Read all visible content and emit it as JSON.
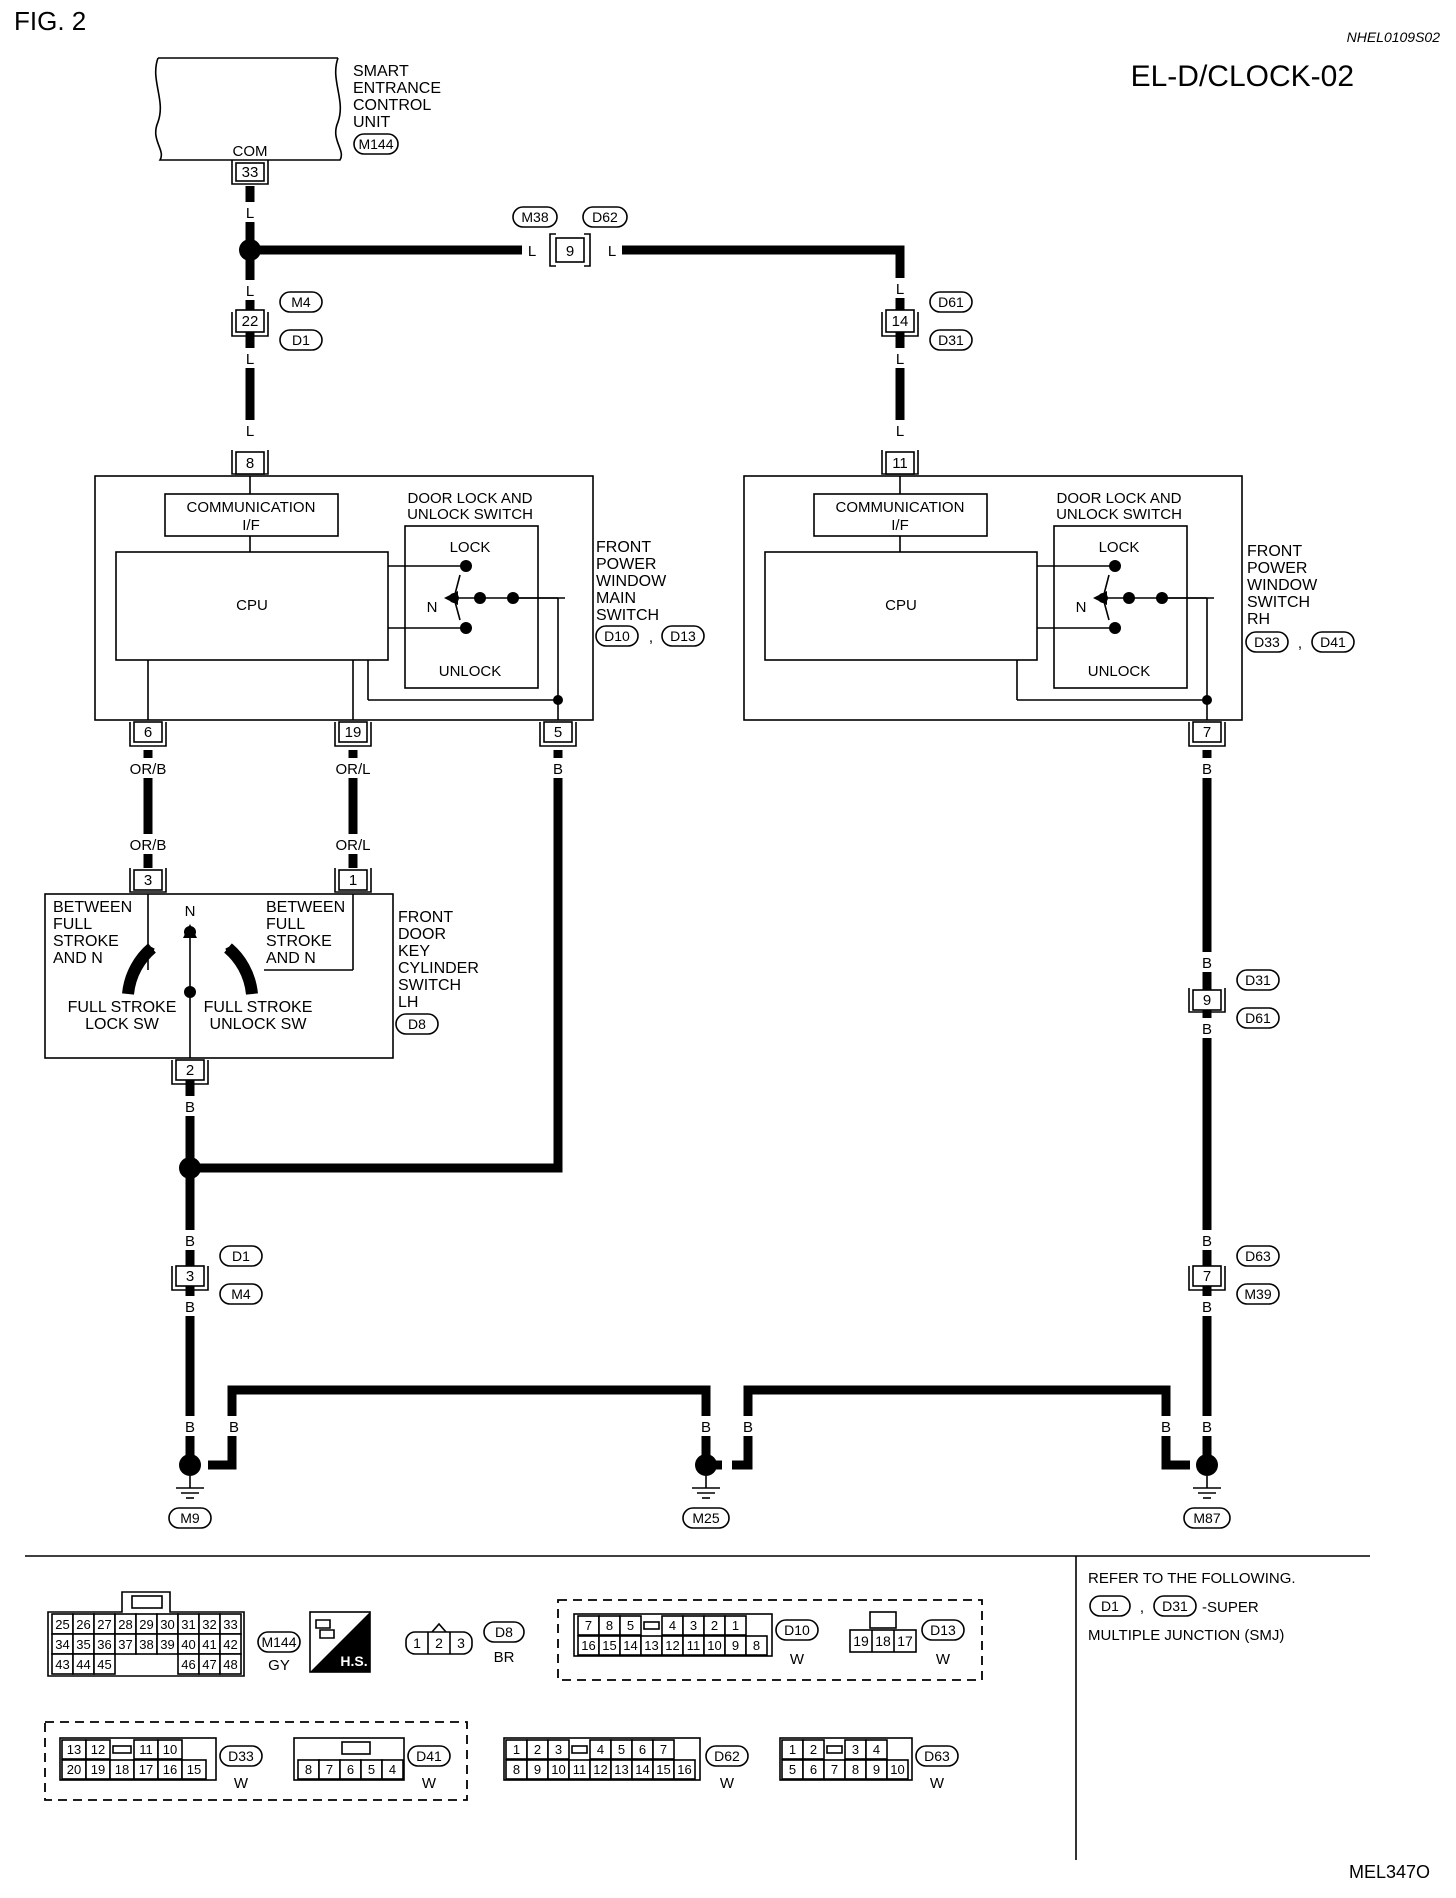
{
  "header": {
    "fig": "FIG. 2",
    "code": "NHEL0109S02",
    "title": "EL-D/CLOCK-02",
    "footer": "MEL347O"
  },
  "units": {
    "secu": {
      "name": [
        "SMART",
        "ENTRANCE",
        "CONTROL",
        "UNIT"
      ],
      "connector": "M144",
      "terminal": "COM",
      "pin": "33"
    },
    "main_sw": {
      "name": [
        "FRONT",
        "POWER",
        "WINDOW",
        "MAIN",
        "SWITCH"
      ],
      "connectors": [
        "D10",
        "D13"
      ],
      "comm": [
        "COMMUNICATION",
        "I/F"
      ],
      "cpu": "CPU",
      "lock_sw": [
        "DOOR LOCK AND",
        "UNLOCK SWITCH"
      ],
      "lock": "LOCK",
      "n": "N",
      "unlock": "UNLOCK",
      "pins": {
        "top": "8",
        "a": "6",
        "b": "19",
        "c": "5"
      }
    },
    "rh_sw": {
      "name": [
        "FRONT",
        "POWER",
        "WINDOW",
        "SWITCH",
        "RH"
      ],
      "connectors": [
        "D33",
        "D41"
      ],
      "comm": [
        "COMMUNICATION",
        "I/F"
      ],
      "cpu": "CPU",
      "lock_sw": [
        "DOOR LOCK AND",
        "UNLOCK SWITCH"
      ],
      "lock": "LOCK",
      "n": "N",
      "unlock": "UNLOCK",
      "pins": {
        "top": "11",
        "c": "7"
      }
    },
    "key_sw": {
      "name": [
        "FRONT",
        "DOOR",
        "KEY",
        "CYLINDER",
        "SWITCH",
        "LH"
      ],
      "connector": "D8",
      "left_top": [
        "BETWEEN",
        "FULL",
        "STROKE",
        "AND N"
      ],
      "right_top": [
        "BETWEEN",
        "FULL",
        "STROKE",
        "AND N"
      ],
      "n": "N",
      "lock_sw": [
        "FULL STROKE",
        "LOCK SW"
      ],
      "unlock_sw": [
        "FULL STROKE",
        "UNLOCK SW"
      ],
      "pins": {
        "a": "3",
        "b": "1",
        "c": "2"
      }
    }
  },
  "joints": {
    "m38_d62": {
      "connectors": [
        "M38",
        "D62"
      ],
      "pin": "9"
    },
    "m4_d1_top": {
      "connectors": [
        "M4",
        "D1"
      ],
      "pin": "22"
    },
    "d61_d31_top": {
      "connectors": [
        "D61",
        "D31"
      ],
      "pin": "14"
    },
    "d31_d61": {
      "connectors": [
        "D31",
        "D61"
      ],
      "pin": "9"
    },
    "d1_m4": {
      "connectors": [
        "D1",
        "M4"
      ],
      "pin": "3"
    },
    "d63_m39": {
      "connectors": [
        "D63",
        "M39"
      ],
      "pin": "7"
    }
  },
  "wire_colors": {
    "l": "L",
    "orb": "OR/B",
    "orl": "OR/L",
    "b": "B"
  },
  "grounds": [
    "M9",
    "M25",
    "M87"
  ],
  "legend": {
    "m144": {
      "id": "M144",
      "color": "GY",
      "rows": [
        [
          "25",
          "26",
          "27",
          "28",
          "29",
          "30",
          "31",
          "32",
          "33"
        ],
        [
          "34",
          "35",
          "36",
          "37",
          "38",
          "39",
          "40",
          "41",
          "42"
        ],
        [
          "43",
          "44",
          "45",
          "",
          "",
          "",
          "46",
          "47",
          "48"
        ]
      ]
    },
    "hs": "H.S.",
    "d8": {
      "id": "D8",
      "color": "BR",
      "pins": [
        "1",
        "2",
        "3"
      ]
    },
    "d10": {
      "id": "D10",
      "color": "W",
      "rows": [
        [
          "7",
          "8",
          "5",
          "",
          "4",
          "3",
          "2",
          "1"
        ],
        [
          "16",
          "15",
          "14",
          "13",
          "12",
          "11",
          "10",
          "9",
          "8"
        ]
      ]
    },
    "d13": {
      "id": "D13",
      "color": "W",
      "pins": [
        "19",
        "18",
        "17"
      ]
    },
    "d33": {
      "id": "D33",
      "color": "W",
      "rows": [
        [
          "13",
          "12",
          "",
          "11",
          "10"
        ],
        [
          "20",
          "19",
          "18",
          "17",
          "16",
          "15"
        ]
      ]
    },
    "d41": {
      "id": "D41",
      "color": "W",
      "pins": [
        "8",
        "7",
        "6",
        "5",
        "4"
      ]
    },
    "d62": {
      "id": "D62",
      "color": "W",
      "rows": [
        [
          "1",
          "2",
          "3",
          "",
          "4",
          "5",
          "6",
          "7"
        ],
        [
          "8",
          "9",
          "10",
          "11",
          "12",
          "13",
          "14",
          "15",
          "16"
        ]
      ]
    },
    "d63": {
      "id": "D63",
      "color": "W",
      "rows": [
        [
          "1",
          "2",
          "",
          "3",
          "4"
        ],
        [
          "5",
          "6",
          "7",
          "8",
          "9",
          "10"
        ]
      ]
    },
    "refer": {
      "line1": "REFER TO THE FOLLOWING.",
      "c1": "D1",
      "c2": "D31",
      "sep": ",",
      "suffix": "-SUPER",
      "line3": "MULTIPLE JUNCTION (SMJ)"
    }
  }
}
